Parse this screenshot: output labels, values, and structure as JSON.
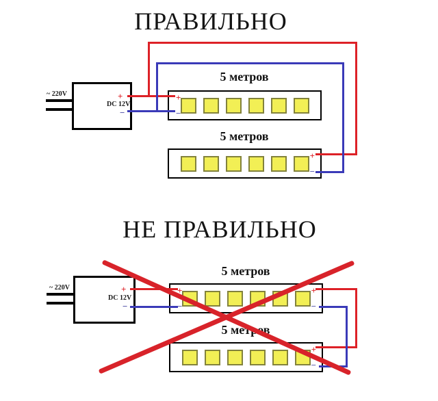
{
  "titles": {
    "correct": "ПРАВИЛЬНО",
    "incorrect": "НЕ ПРАВИЛЬНО"
  },
  "power_supply": {
    "input_label": "~ 220V",
    "output_label": "DC 12V",
    "plus": "+",
    "minus": "−"
  },
  "strip": {
    "length_label": "5 метров",
    "led_count": 6,
    "plus": "+",
    "minus": "−"
  },
  "colors": {
    "positive_wire": "#dd2127",
    "negative_wire": "#3a3ab8",
    "led_fill": "#f2ef55",
    "cross": "#d8232a"
  }
}
